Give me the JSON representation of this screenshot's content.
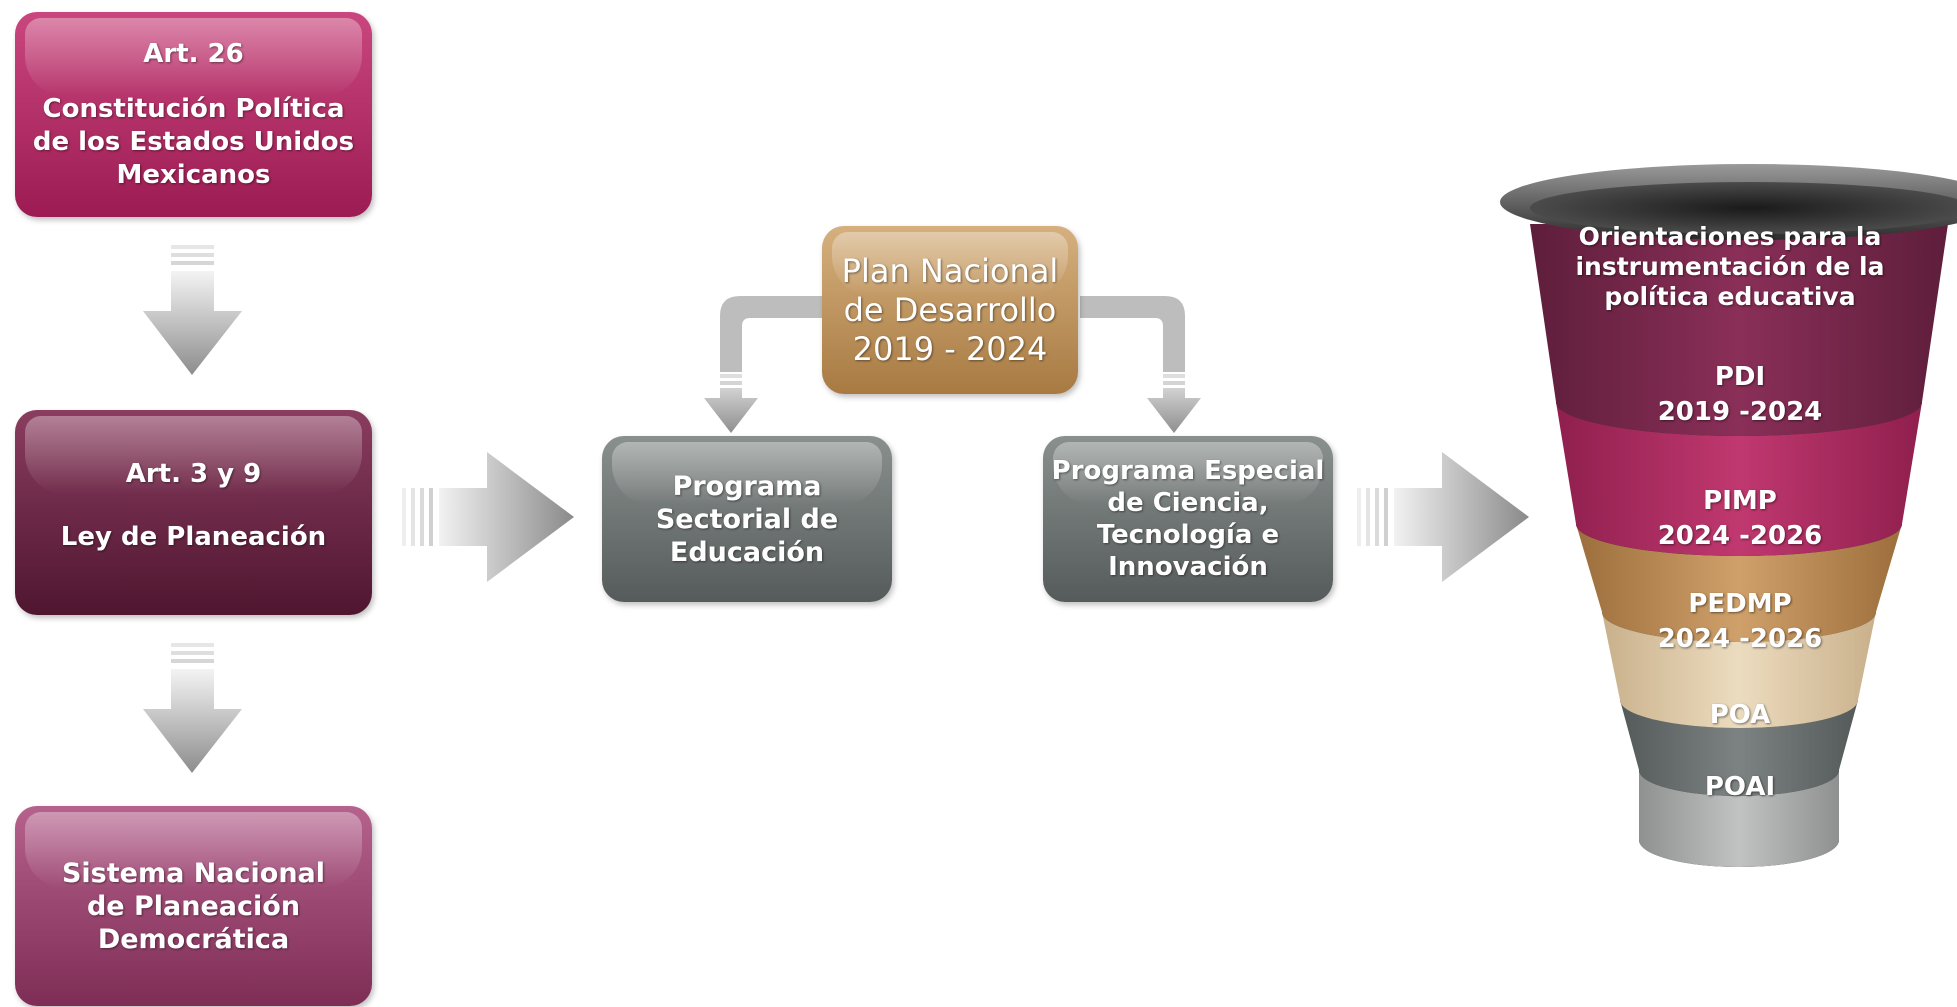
{
  "left_column": {
    "art26": {
      "article": "Art. 26",
      "line1": "Constitución Política",
      "line2": "de los Estados Unidos",
      "line3": "Mexicanos"
    },
    "art39": {
      "article": "Art. 3 y 9",
      "title": "Ley de Planeación"
    },
    "snpd": {
      "line1": "Sistema Nacional",
      "line2": "de Planeación",
      "line3": "Democrática"
    }
  },
  "center": {
    "pnd": {
      "line1": "Plan Nacional",
      "line2": "de Desarrollo",
      "line3": "2019 - 2024"
    },
    "pse": {
      "line1": "Programa",
      "line2": "Sectorial de",
      "line3": "Educación"
    },
    "pecti": {
      "line1": "Programa Especial",
      "line2": "de Ciencia,",
      "line3": "Tecnología e",
      "line4": "Innovación"
    }
  },
  "funnel": {
    "level1": {
      "line1": "Orientaciones para la",
      "line2": "instrumentación de la",
      "line3": "política educativa"
    },
    "level2": {
      "line1": "PDI",
      "line2": "2019 -2024"
    },
    "level3": {
      "line1": "PIMP",
      "line2": "2024 -2026"
    },
    "level4": {
      "line1": "PEDMP",
      "line2": "2024 -2026"
    },
    "level5": {
      "label": "POA"
    },
    "level6": {
      "label": "POAI"
    }
  },
  "colors": {
    "magenta": "#b02a63",
    "wine": "#6a2240",
    "mauve": "#96426d",
    "gold": "#c3935a",
    "sand": "#e2cda8",
    "gray": "#6f7574",
    "light_gray": "#a4a7a6"
  }
}
